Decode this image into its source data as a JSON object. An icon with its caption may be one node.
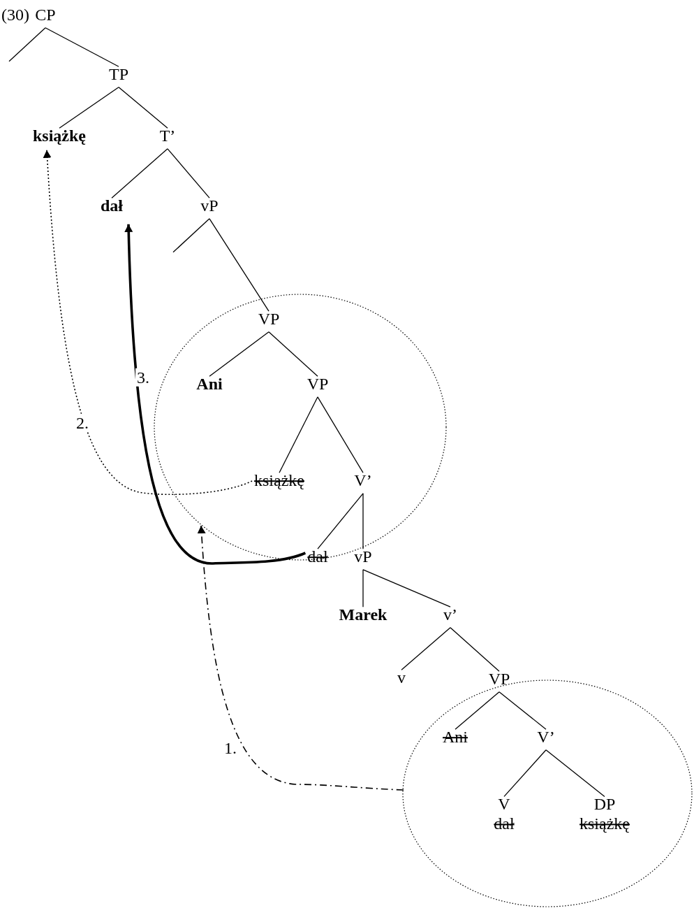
{
  "diagram": {
    "nodes": [
      {
        "text": [
          "CP"
        ]
      },
      {
        "text": [
          "TP"
        ]
      },
      {
        "text": [
          "książkę"
        ]
      },
      {
        "text": [
          "T’"
        ]
      },
      {
        "text": [
          "dał"
        ]
      },
      {
        "text": [
          "vP"
        ]
      },
      {
        "text": [],
        "shape": "circle"
      },
      {
        "text": [
          "VP"
        ],
        "in": 6
      },
      {
        "text": [
          "Ani"
        ],
        "in": 6
      },
      {
        "text": [
          "VP"
        ],
        "in": 6
      },
      {
        "text": [
          "książkę"
        ],
        "in": 6
      },
      {
        "text": [
          "V’"
        ],
        "in": 6
      },
      {
        "text": [
          "dał"
        ],
        "in": 6
      },
      {
        "text": [
          "vP"
        ]
      },
      {
        "text": [
          "Marek"
        ]
      },
      {
        "text": [
          "v’"
        ]
      },
      {
        "text": [
          "v"
        ]
      },
      {
        "text": [],
        "shape": "circle"
      },
      {
        "text": [
          "VP"
        ],
        "in": 17
      },
      {
        "text": [
          "Ani"
        ],
        "in": 17
      },
      {
        "text": [
          "V’"
        ],
        "in": 17
      },
      {
        "text": [
          "V",
          "dał"
        ],
        "in": 17
      },
      {
        "text": [
          "DP",
          "książkę"
        ],
        "in": 17
      }
    ],
    "edges": [
      {
        "from": 0,
        "to": null,
        "arrow": "none"
      },
      {
        "from": 0,
        "to": 1,
        "arrow": "none"
      },
      {
        "from": 1,
        "to": 2,
        "arrow": "none"
      },
      {
        "from": 1,
        "to": 3,
        "arrow": "none"
      },
      {
        "from": 3,
        "to": 4,
        "arrow": "none"
      },
      {
        "from": 3,
        "to": 5,
        "arrow": "none"
      },
      {
        "from": 5,
        "to": null,
        "arrow": "none"
      },
      {
        "from": 5,
        "to": 7,
        "arrow": "none"
      },
      {
        "from": 7,
        "to": 8,
        "arrow": "none"
      },
      {
        "from": 7,
        "to": 9,
        "arrow": "none"
      },
      {
        "from": 9,
        "to": 10,
        "arrow": "none"
      },
      {
        "from": 9,
        "to": 11,
        "arrow": "none"
      },
      {
        "from": 11,
        "to": 12,
        "arrow": "none"
      },
      {
        "from": 11,
        "to": 13,
        "arrow": "none"
      },
      {
        "from": 13,
        "to": 14,
        "arrow": "none"
      },
      {
        "from": 13,
        "to": 15,
        "arrow": "none"
      },
      {
        "from": 15,
        "to": 16,
        "arrow": "none"
      },
      {
        "from": 15,
        "to": 18,
        "arrow": "none"
      },
      {
        "from": 18,
        "to": 19,
        "arrow": "none"
      },
      {
        "from": 18,
        "to": 20,
        "arrow": "none"
      },
      {
        "from": 20,
        "to": 21,
        "arrow": "none"
      },
      {
        "from": 20,
        "to": 22,
        "arrow": "none"
      },
      {
        "from": 17,
        "to": 6,
        "arrow": "to",
        "label": "1.",
        "style": "dashed"
      },
      {
        "from": 10,
        "to": 2,
        "arrow": "to",
        "label": "2.",
        "style": "dashed"
      },
      {
        "from": 12,
        "to": 4,
        "arrow": "to",
        "label": "3.",
        "style": "thick"
      }
    ],
    "labels": [
      "(30)"
    ]
  }
}
